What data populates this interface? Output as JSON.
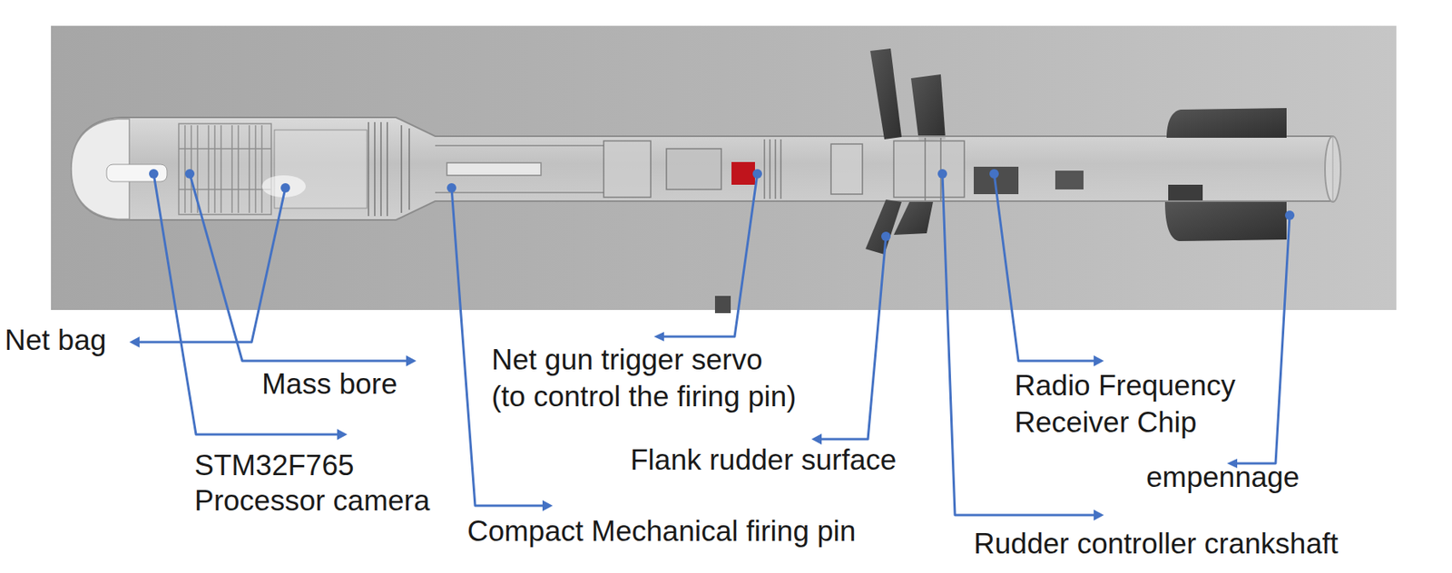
{
  "diagram": {
    "labels": [
      "Net bag",
      "Mass bore",
      "STM32F765 Processor camera",
      "Compact Mechanical firing pin",
      "Net gun trigger servo (to control the firing pin)",
      "Flank rudder surface",
      "Radio Frequency Receiver Chip",
      "Rudder controller crankshaft",
      "empennage"
    ]
  }
}
